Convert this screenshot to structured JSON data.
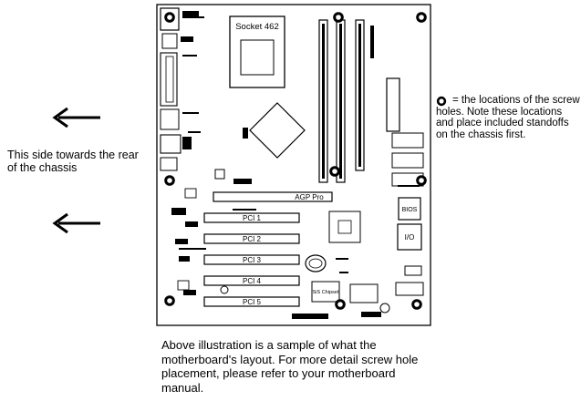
{
  "left_note": {
    "text": "This side towards the rear of the chassis"
  },
  "legend": {
    "icon": "screw-hole-icon",
    "text": " = the locations of the screw holes.  Note these locations and place included standoffs on the chassis first."
  },
  "caption": {
    "text": "Above illustration is a sample of what the motherboard's layout. For more detail screw hole placement, please refer to your motherboard manual."
  },
  "board": {
    "socket_label": "Socket 462",
    "agp_label": "AGP Pro",
    "pci_slots": [
      "PCI 1",
      "PCI 2",
      "PCI 3",
      "PCI 4",
      "PCI 5"
    ],
    "bios_label": "BIOS",
    "io_label": "I/O",
    "chipset_label": "SiS Chipset"
  },
  "colors": {
    "ink": "#000000",
    "board_fill": "#ffffff",
    "slot_fill": "#ffffff"
  }
}
